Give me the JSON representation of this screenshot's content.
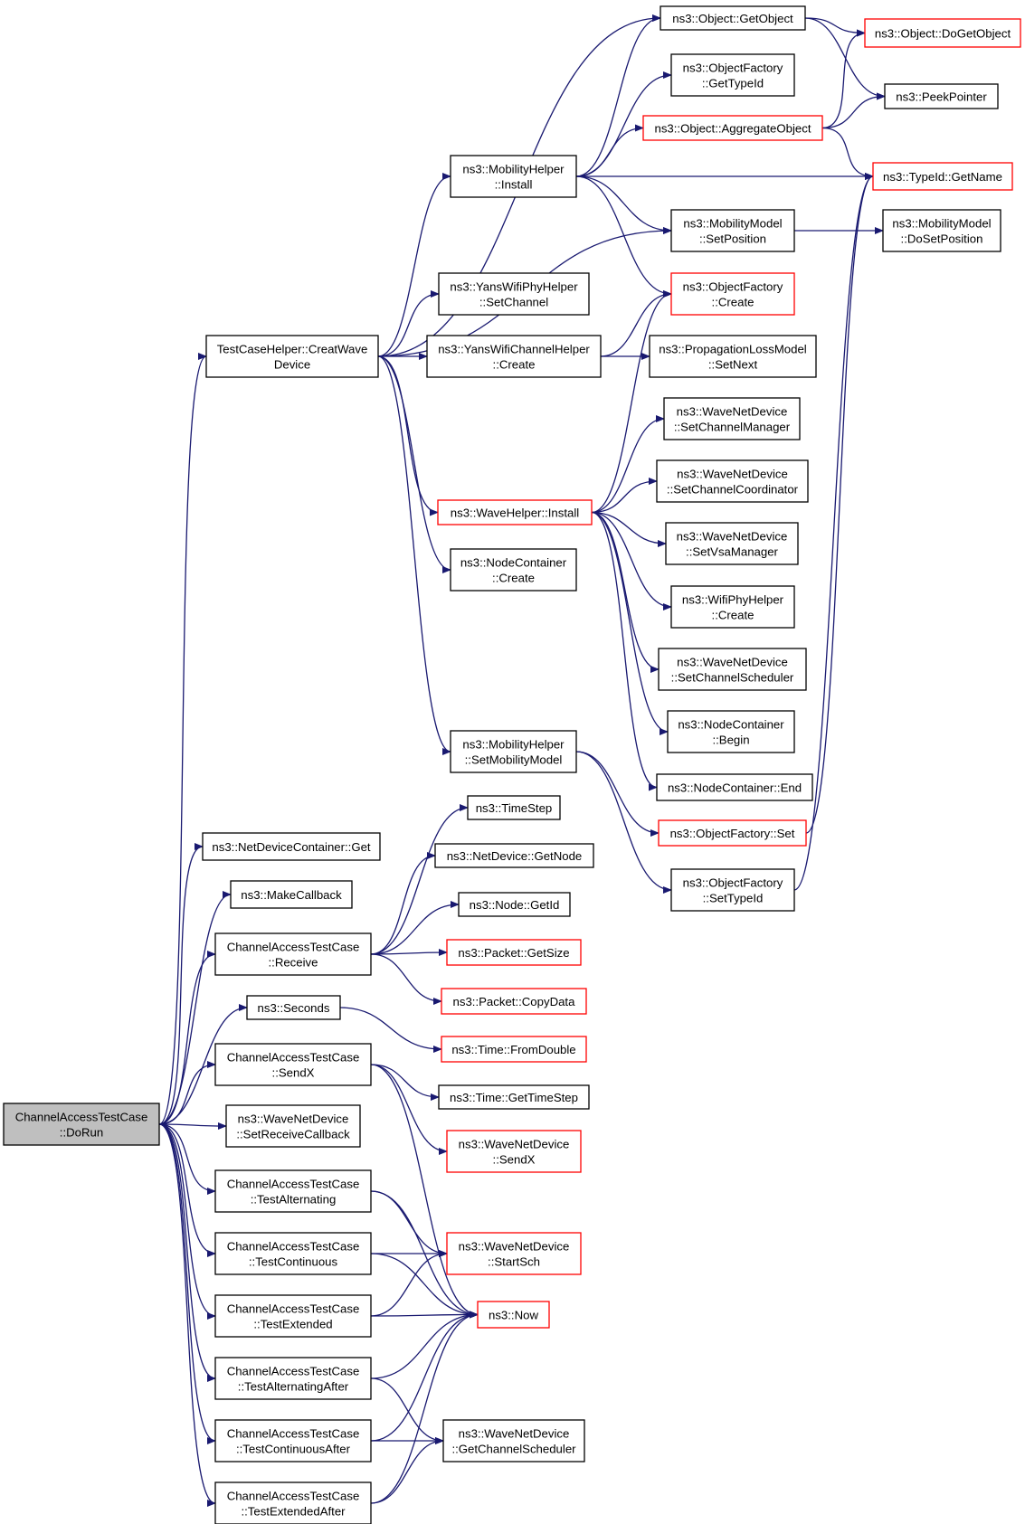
{
  "colors": {
    "edge": "#191970",
    "normal_border": "#000000",
    "highlight_border": "#ff0000",
    "root_fill": "#bfbfbf"
  },
  "nodes": [
    {
      "id": "dorun",
      "lines": [
        "ChannelAccessTestCase",
        "::DoRun"
      ],
      "style": "root"
    },
    {
      "id": "creatwave",
      "lines": [
        "TestCaseHelper::CreatWave",
        "Device"
      ],
      "style": "normal"
    },
    {
      "id": "ndcget",
      "lines": [
        "ns3::NetDeviceContainer::Get"
      ],
      "style": "normal"
    },
    {
      "id": "makecallback",
      "lines": [
        "ns3::MakeCallback"
      ],
      "style": "normal"
    },
    {
      "id": "receive",
      "lines": [
        "ChannelAccessTestCase",
        "::Receive"
      ],
      "style": "normal"
    },
    {
      "id": "seconds",
      "lines": [
        "ns3::Seconds"
      ],
      "style": "normal"
    },
    {
      "id": "sendx",
      "lines": [
        "ChannelAccessTestCase",
        "::SendX"
      ],
      "style": "normal"
    },
    {
      "id": "setreceivecb",
      "lines": [
        "ns3::WaveNetDevice",
        "::SetReceiveCallback"
      ],
      "style": "normal"
    },
    {
      "id": "testalt",
      "lines": [
        "ChannelAccessTestCase",
        "::TestAlternating"
      ],
      "style": "normal"
    },
    {
      "id": "testcont",
      "lines": [
        "ChannelAccessTestCase",
        "::TestContinuous"
      ],
      "style": "normal"
    },
    {
      "id": "testext",
      "lines": [
        "ChannelAccessTestCase",
        "::TestExtended"
      ],
      "style": "normal"
    },
    {
      "id": "testaltafter",
      "lines": [
        "ChannelAccessTestCase",
        "::TestAlternatingAfter"
      ],
      "style": "normal"
    },
    {
      "id": "testcontafter",
      "lines": [
        "ChannelAccessTestCase",
        "::TestContinuousAfter"
      ],
      "style": "normal"
    },
    {
      "id": "testextafter",
      "lines": [
        "ChannelAccessTestCase",
        "::TestExtendedAfter"
      ],
      "style": "normal"
    },
    {
      "id": "mhinstall",
      "lines": [
        "ns3::MobilityHelper",
        "::Install"
      ],
      "style": "normal"
    },
    {
      "id": "yanssetchannel",
      "lines": [
        "ns3::YansWifiPhyHelper",
        "::SetChannel"
      ],
      "style": "normal"
    },
    {
      "id": "yanschcreate",
      "lines": [
        "ns3::YansWifiChannelHelper",
        "::Create"
      ],
      "style": "normal"
    },
    {
      "id": "wavehelperinstall",
      "lines": [
        "ns3::WaveHelper::Install"
      ],
      "style": "red"
    },
    {
      "id": "nccreate",
      "lines": [
        "ns3::NodeContainer",
        "::Create"
      ],
      "style": "normal"
    },
    {
      "id": "mhsetmob",
      "lines": [
        "ns3::MobilityHelper",
        "::SetMobilityModel"
      ],
      "style": "normal"
    },
    {
      "id": "timestep",
      "lines": [
        "ns3::TimeStep"
      ],
      "style": "normal"
    },
    {
      "id": "netdevgetnode",
      "lines": [
        "ns3::NetDevice::GetNode"
      ],
      "style": "normal"
    },
    {
      "id": "nodegetid",
      "lines": [
        "ns3::Node::GetId"
      ],
      "style": "normal"
    },
    {
      "id": "packetgetsize",
      "lines": [
        "ns3::Packet::GetSize"
      ],
      "style": "red"
    },
    {
      "id": "packetcopydata",
      "lines": [
        "ns3::Packet::CopyData"
      ],
      "style": "red"
    },
    {
      "id": "timefromdouble",
      "lines": [
        "ns3::Time::FromDouble"
      ],
      "style": "red"
    },
    {
      "id": "timegettimestep",
      "lines": [
        "ns3::Time::GetTimeStep"
      ],
      "style": "normal"
    },
    {
      "id": "wndsendx",
      "lines": [
        "ns3::WaveNetDevice",
        "::SendX"
      ],
      "style": "red"
    },
    {
      "id": "wndstartsch",
      "lines": [
        "ns3::WaveNetDevice",
        "::StartSch"
      ],
      "style": "red"
    },
    {
      "id": "now",
      "lines": [
        "ns3::Now"
      ],
      "style": "red"
    },
    {
      "id": "wndgetchsched",
      "lines": [
        "ns3::WaveNetDevice",
        "::GetChannelScheduler"
      ],
      "style": "normal"
    },
    {
      "id": "objgetobject",
      "lines": [
        "ns3::Object::GetObject"
      ],
      "style": "normal"
    },
    {
      "id": "ofgettypeid",
      "lines": [
        "ns3::ObjectFactory",
        "::GetTypeId"
      ],
      "style": "normal"
    },
    {
      "id": "objaggregate",
      "lines": [
        "ns3::Object::AggregateObject"
      ],
      "style": "red"
    },
    {
      "id": "mmsetposition",
      "lines": [
        "ns3::MobilityModel",
        "::SetPosition"
      ],
      "style": "normal"
    },
    {
      "id": "ofcreate",
      "lines": [
        "ns3::ObjectFactory",
        "::Create"
      ],
      "style": "red"
    },
    {
      "id": "plmsetnext",
      "lines": [
        "ns3::PropagationLossModel",
        "::SetNext"
      ],
      "style": "normal"
    },
    {
      "id": "wndsetchmgr",
      "lines": [
        "ns3::WaveNetDevice",
        "::SetChannelManager"
      ],
      "style": "normal"
    },
    {
      "id": "wndsetchcoord",
      "lines": [
        "ns3::WaveNetDevice",
        "::SetChannelCoordinator"
      ],
      "style": "normal"
    },
    {
      "id": "wndsetvsa",
      "lines": [
        "ns3::WaveNetDevice",
        "::SetVsaManager"
      ],
      "style": "normal"
    },
    {
      "id": "wifiphycreate",
      "lines": [
        "ns3::WifiPhyHelper",
        "::Create"
      ],
      "style": "normal"
    },
    {
      "id": "wndsetchsched",
      "lines": [
        "ns3::WaveNetDevice",
        "::SetChannelScheduler"
      ],
      "style": "normal"
    },
    {
      "id": "ncbegin",
      "lines": [
        "ns3::NodeContainer",
        "::Begin"
      ],
      "style": "normal"
    },
    {
      "id": "ncend",
      "lines": [
        "ns3::NodeContainer::End"
      ],
      "style": "normal"
    },
    {
      "id": "ofset",
      "lines": [
        "ns3::ObjectFactory::Set"
      ],
      "style": "red"
    },
    {
      "id": "ofsettypeid",
      "lines": [
        "ns3::ObjectFactory",
        "::SetTypeId"
      ],
      "style": "normal"
    },
    {
      "id": "objdogetobject",
      "lines": [
        "ns3::Object::DoGetObject"
      ],
      "style": "red"
    },
    {
      "id": "peekpointer",
      "lines": [
        "ns3::PeekPointer"
      ],
      "style": "normal"
    },
    {
      "id": "typeidgetname",
      "lines": [
        "ns3::TypeId::GetName"
      ],
      "style": "red"
    },
    {
      "id": "mmdosetposition",
      "lines": [
        "ns3::MobilityModel",
        "::DoSetPosition"
      ],
      "style": "normal"
    }
  ],
  "edges": [
    [
      "dorun",
      "creatwave"
    ],
    [
      "dorun",
      "ndcget"
    ],
    [
      "dorun",
      "makecallback"
    ],
    [
      "dorun",
      "receive"
    ],
    [
      "dorun",
      "seconds"
    ],
    [
      "dorun",
      "sendx"
    ],
    [
      "dorun",
      "setreceivecb"
    ],
    [
      "dorun",
      "testalt"
    ],
    [
      "dorun",
      "testcont"
    ],
    [
      "dorun",
      "testext"
    ],
    [
      "dorun",
      "testaltafter"
    ],
    [
      "dorun",
      "testcontafter"
    ],
    [
      "dorun",
      "testextafter"
    ],
    [
      "creatwave",
      "objgetobject"
    ],
    [
      "creatwave",
      "mhinstall"
    ],
    [
      "creatwave",
      "mmsetposition"
    ],
    [
      "creatwave",
      "yanssetchannel"
    ],
    [
      "creatwave",
      "yanschcreate"
    ],
    [
      "creatwave",
      "wavehelperinstall"
    ],
    [
      "creatwave",
      "nccreate"
    ],
    [
      "creatwave",
      "mhsetmob"
    ],
    [
      "mhinstall",
      "objgetobject"
    ],
    [
      "mhinstall",
      "ofgettypeid"
    ],
    [
      "mhinstall",
      "objaggregate"
    ],
    [
      "mhinstall",
      "typeidgetname"
    ],
    [
      "mhinstall",
      "mmsetposition"
    ],
    [
      "mhinstall",
      "ofcreate"
    ],
    [
      "objgetobject",
      "objdogetobject"
    ],
    [
      "objgetobject",
      "peekpointer"
    ],
    [
      "objaggregate",
      "objdogetobject"
    ],
    [
      "objaggregate",
      "peekpointer"
    ],
    [
      "objaggregate",
      "typeidgetname"
    ],
    [
      "mmsetposition",
      "mmdosetposition"
    ],
    [
      "yanschcreate",
      "ofcreate"
    ],
    [
      "yanschcreate",
      "plmsetnext"
    ],
    [
      "wavehelperinstall",
      "ofcreate"
    ],
    [
      "wavehelperinstall",
      "wndsetchmgr"
    ],
    [
      "wavehelperinstall",
      "wndsetchcoord"
    ],
    [
      "wavehelperinstall",
      "wndsetvsa"
    ],
    [
      "wavehelperinstall",
      "wifiphycreate"
    ],
    [
      "wavehelperinstall",
      "wndsetchsched"
    ],
    [
      "wavehelperinstall",
      "ncbegin"
    ],
    [
      "wavehelperinstall",
      "ncend"
    ],
    [
      "mhsetmob",
      "ofset"
    ],
    [
      "mhsetmob",
      "ofsettypeid"
    ],
    [
      "ofset",
      "typeidgetname"
    ],
    [
      "ofsettypeid",
      "typeidgetname"
    ],
    [
      "receive",
      "timestep"
    ],
    [
      "receive",
      "netdevgetnode"
    ],
    [
      "receive",
      "nodegetid"
    ],
    [
      "receive",
      "packetgetsize"
    ],
    [
      "receive",
      "packetcopydata"
    ],
    [
      "seconds",
      "timefromdouble"
    ],
    [
      "sendx",
      "timegettimestep"
    ],
    [
      "sendx",
      "wndsendx"
    ],
    [
      "sendx",
      "now"
    ],
    [
      "testalt",
      "wndstartsch"
    ],
    [
      "testalt",
      "now"
    ],
    [
      "testcont",
      "wndstartsch"
    ],
    [
      "testcont",
      "now"
    ],
    [
      "testext",
      "wndstartsch"
    ],
    [
      "testext",
      "now"
    ],
    [
      "testaltafter",
      "now"
    ],
    [
      "testaltafter",
      "wndgetchsched"
    ],
    [
      "testcontafter",
      "now"
    ],
    [
      "testcontafter",
      "wndgetchsched"
    ],
    [
      "testextafter",
      "now"
    ],
    [
      "testextafter",
      "wndgetchsched"
    ]
  ]
}
